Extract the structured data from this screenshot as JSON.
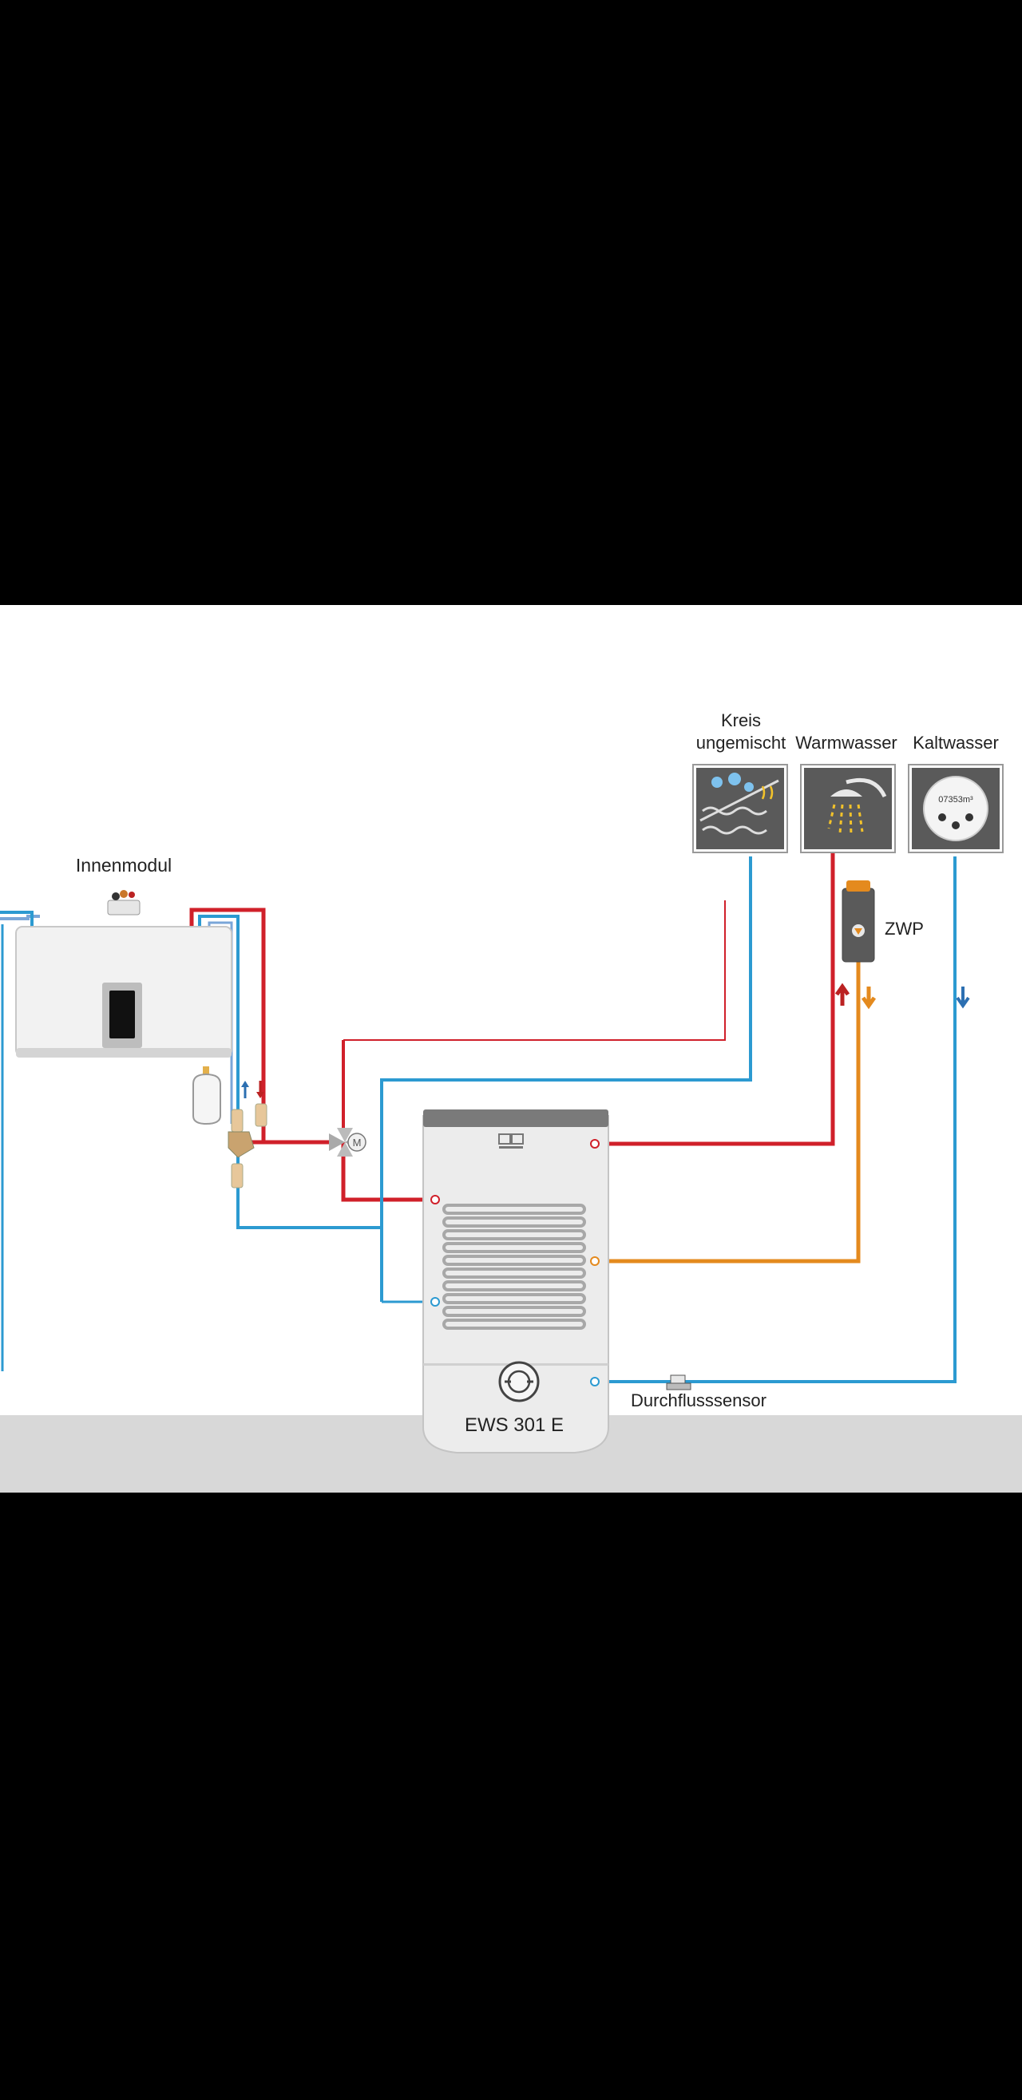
{
  "diagram": {
    "labels": {
      "innenmodul": "Innenmodul",
      "kreis_line1": "Kreis",
      "kreis_line2": "ungemischt",
      "warmwasser": "Warmwasser",
      "kaltwasser": "Kaltwasser",
      "zwp": "ZWP",
      "tank": "EWS 301 E",
      "durchflusssensor": "Durchflusssensor",
      "meter_reading": "07353m³",
      "mixer_valve": "M"
    },
    "colors": {
      "hot_pipe": "#d0202a",
      "cold_pipe": "#2c9ad1",
      "warm_pipe": "#e48a1e",
      "return_pipe": "#7aa6d8",
      "floor": "#d8d8d8",
      "background": "#ffffff",
      "icon_tile": "#5a5a5a"
    },
    "icons": [
      "floor-heating-icon",
      "shower-icon",
      "water-meter-icon",
      "circulation-pump-icon",
      "mixing-valve-icon",
      "expansion-vessel-icon",
      "flow-sensor-icon"
    ]
  }
}
